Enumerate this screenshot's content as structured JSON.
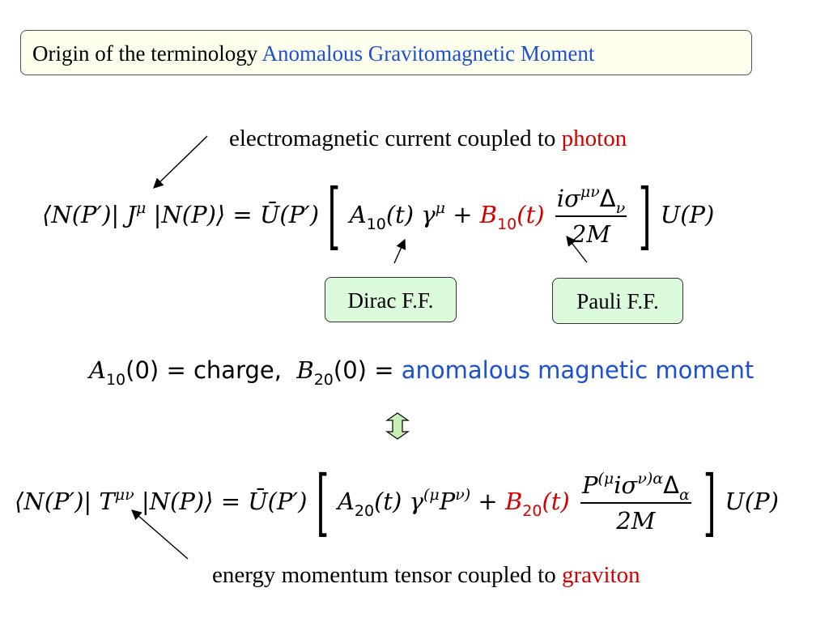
{
  "title": {
    "prefix": "Origin of the terminology ",
    "highlight": "Anomalous Gravitomagnetic Moment"
  },
  "caption_top": {
    "text": "electromagnetic current coupled to ",
    "highlight": "photon"
  },
  "equation_em": {
    "lhs": "⟨N(P′)| J",
    "lhs_sup": "μ",
    "lhs_end": " |N(P)⟩ = ",
    "ubar": "Ū(P′)",
    "a_sym": "A",
    "a_sub": "10",
    "a_arg": "(t) γ",
    "a_sup": "μ",
    "plus": " + ",
    "b_sym": "B",
    "b_sub": "10",
    "b_arg": "(t)",
    "frac_num": "iσ",
    "frac_num_sup": "μν",
    "frac_num_end": "Δ",
    "frac_num_sub": "ν",
    "frac_den": "2M",
    "rhs": "U(P)"
  },
  "labels": {
    "dirac": "Dirac F.F.",
    "pauli": "Pauli F.F."
  },
  "relation": {
    "a_sym": "A",
    "a_sub": "10",
    "a_val": "(0) = ",
    "charge": "charge,",
    "b_sym": "B",
    "b_sub": "20",
    "b_val": "(0) = ",
    "moment": "anomalous magnetic moment"
  },
  "equation_grav": {
    "lhs": "⟨N(P′)| T",
    "lhs_sup": "μν",
    "lhs_end": " |N(P)⟩ = ",
    "ubar": "Ū(P′)",
    "a_sym": "A",
    "a_sub": "20",
    "a_arg": "(t) γ",
    "a_sup": "(μ",
    "a_p": "P",
    "a_p_sup": "ν)",
    "plus": " + ",
    "b_sym": "B",
    "b_sub": "20",
    "b_arg": "(t)",
    "frac_num": "P",
    "frac_num_sup": "(μ",
    "frac_num_mid": "iσ",
    "frac_num_sup2": "ν)α",
    "frac_num_end": "Δ",
    "frac_num_sub": "α",
    "frac_den": "2M",
    "rhs": "U(P)"
  },
  "caption_bottom": {
    "text": "energy momentum tensor coupled to ",
    "highlight": "graviton"
  },
  "colors": {
    "highlight_blue": "#1a4fd6",
    "highlight_red": "#d40000",
    "title_bg": "#ffffee",
    "label_bg": "#dcfadc",
    "double_arrow": "#c8f0b4"
  },
  "icons": {
    "double_arrow": "up-down-double-arrow-icon"
  }
}
